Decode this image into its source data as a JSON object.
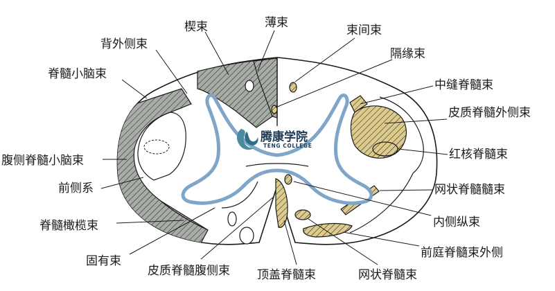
{
  "labels": {
    "xie_shu": "楔束",
    "bo_shu": "薄束",
    "shu_jian_shu": "束间束",
    "bei_wai_ce_shu": "背外侧束",
    "ge_yuan_shu": "隔缘束",
    "ji_sui_xiao_nao_shu": "脊髓小脑束",
    "zhong_feng_ji_sui_shu": "中缝脊髓束",
    "pi_zhi_ji_sui_wai_ce_shu": "皮质脊髓外侧束",
    "hong_he_ji_sui_shu": "红核脊髓束",
    "fu_ce_ji_sui_xiao_nao_shu": "腹侧脊髓小脑束",
    "qian_ce_xi": "前侧系",
    "wang_zhuang_ji_sui_sui_shu": "网状脊髓髓束",
    "nei_ce_zong_shu": "内侧纵束",
    "ji_sui_gan_lan_shu": "脊髓橄榄束",
    "qian_ting_ji_sui_shu_wai_ce": "前庭脊髓束外侧",
    "gu_you_shu": "固有束",
    "pi_zhi_ji_sui_fu_ce_shu": "皮质脊髓腹侧束",
    "ding_gai_ji_sui_shu": "顶盖脊髓束",
    "wang_zhuang_ji_sui_shu": "网状脊髓束"
  },
  "watermark": {
    "name": "腾康学院",
    "english": "TENG COLLEGE"
  },
  "colors": {
    "gray_tract": "#a8aca6",
    "yellow_tract": "#dccb8c",
    "gray_matter_border": "#7fa6c9",
    "outline": "#1a1a1a",
    "watermark": "#1d3a57"
  },
  "icons": {
    "watermark_logo": "teng-college-logo-icon"
  }
}
